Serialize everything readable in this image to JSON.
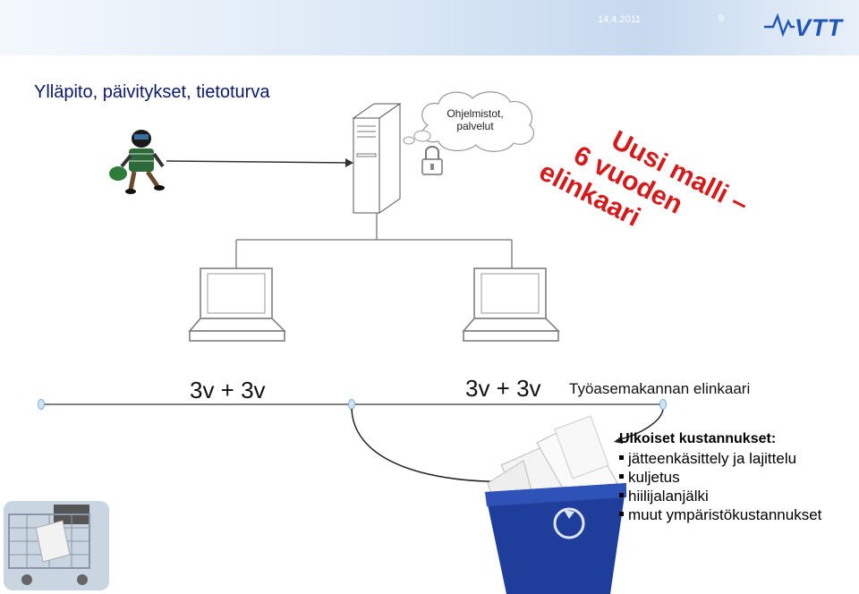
{
  "header": {
    "date": "14.4.2011",
    "page_number": "9",
    "logo_text": "VTT"
  },
  "slide": {
    "title": "Ylläpito, päivitykset, tietoturva",
    "cloud_text": "Ohjelmistot, palvelut",
    "red_callout": [
      "Uusi malli –",
      "6 vuoden",
      "elinkaari"
    ],
    "timeline_label_1": "3v + 3v",
    "timeline_label_2": "3v + 3v",
    "lifecycle_label": "Työasemakannan elinkaari",
    "costs_heading": "Ulkoiset kustannukset:",
    "costs_items": [
      "jätteenkäsittely ja lajittelu",
      "kuljetus",
      "hiilijalanjälki",
      "muut ympäristökustannukset"
    ]
  },
  "colors": {
    "title": "#0a1a66",
    "red_callout": "#d41a1a",
    "recycle_bin": "#1f3d9a",
    "timeline_marker": "#7fb2dc"
  }
}
